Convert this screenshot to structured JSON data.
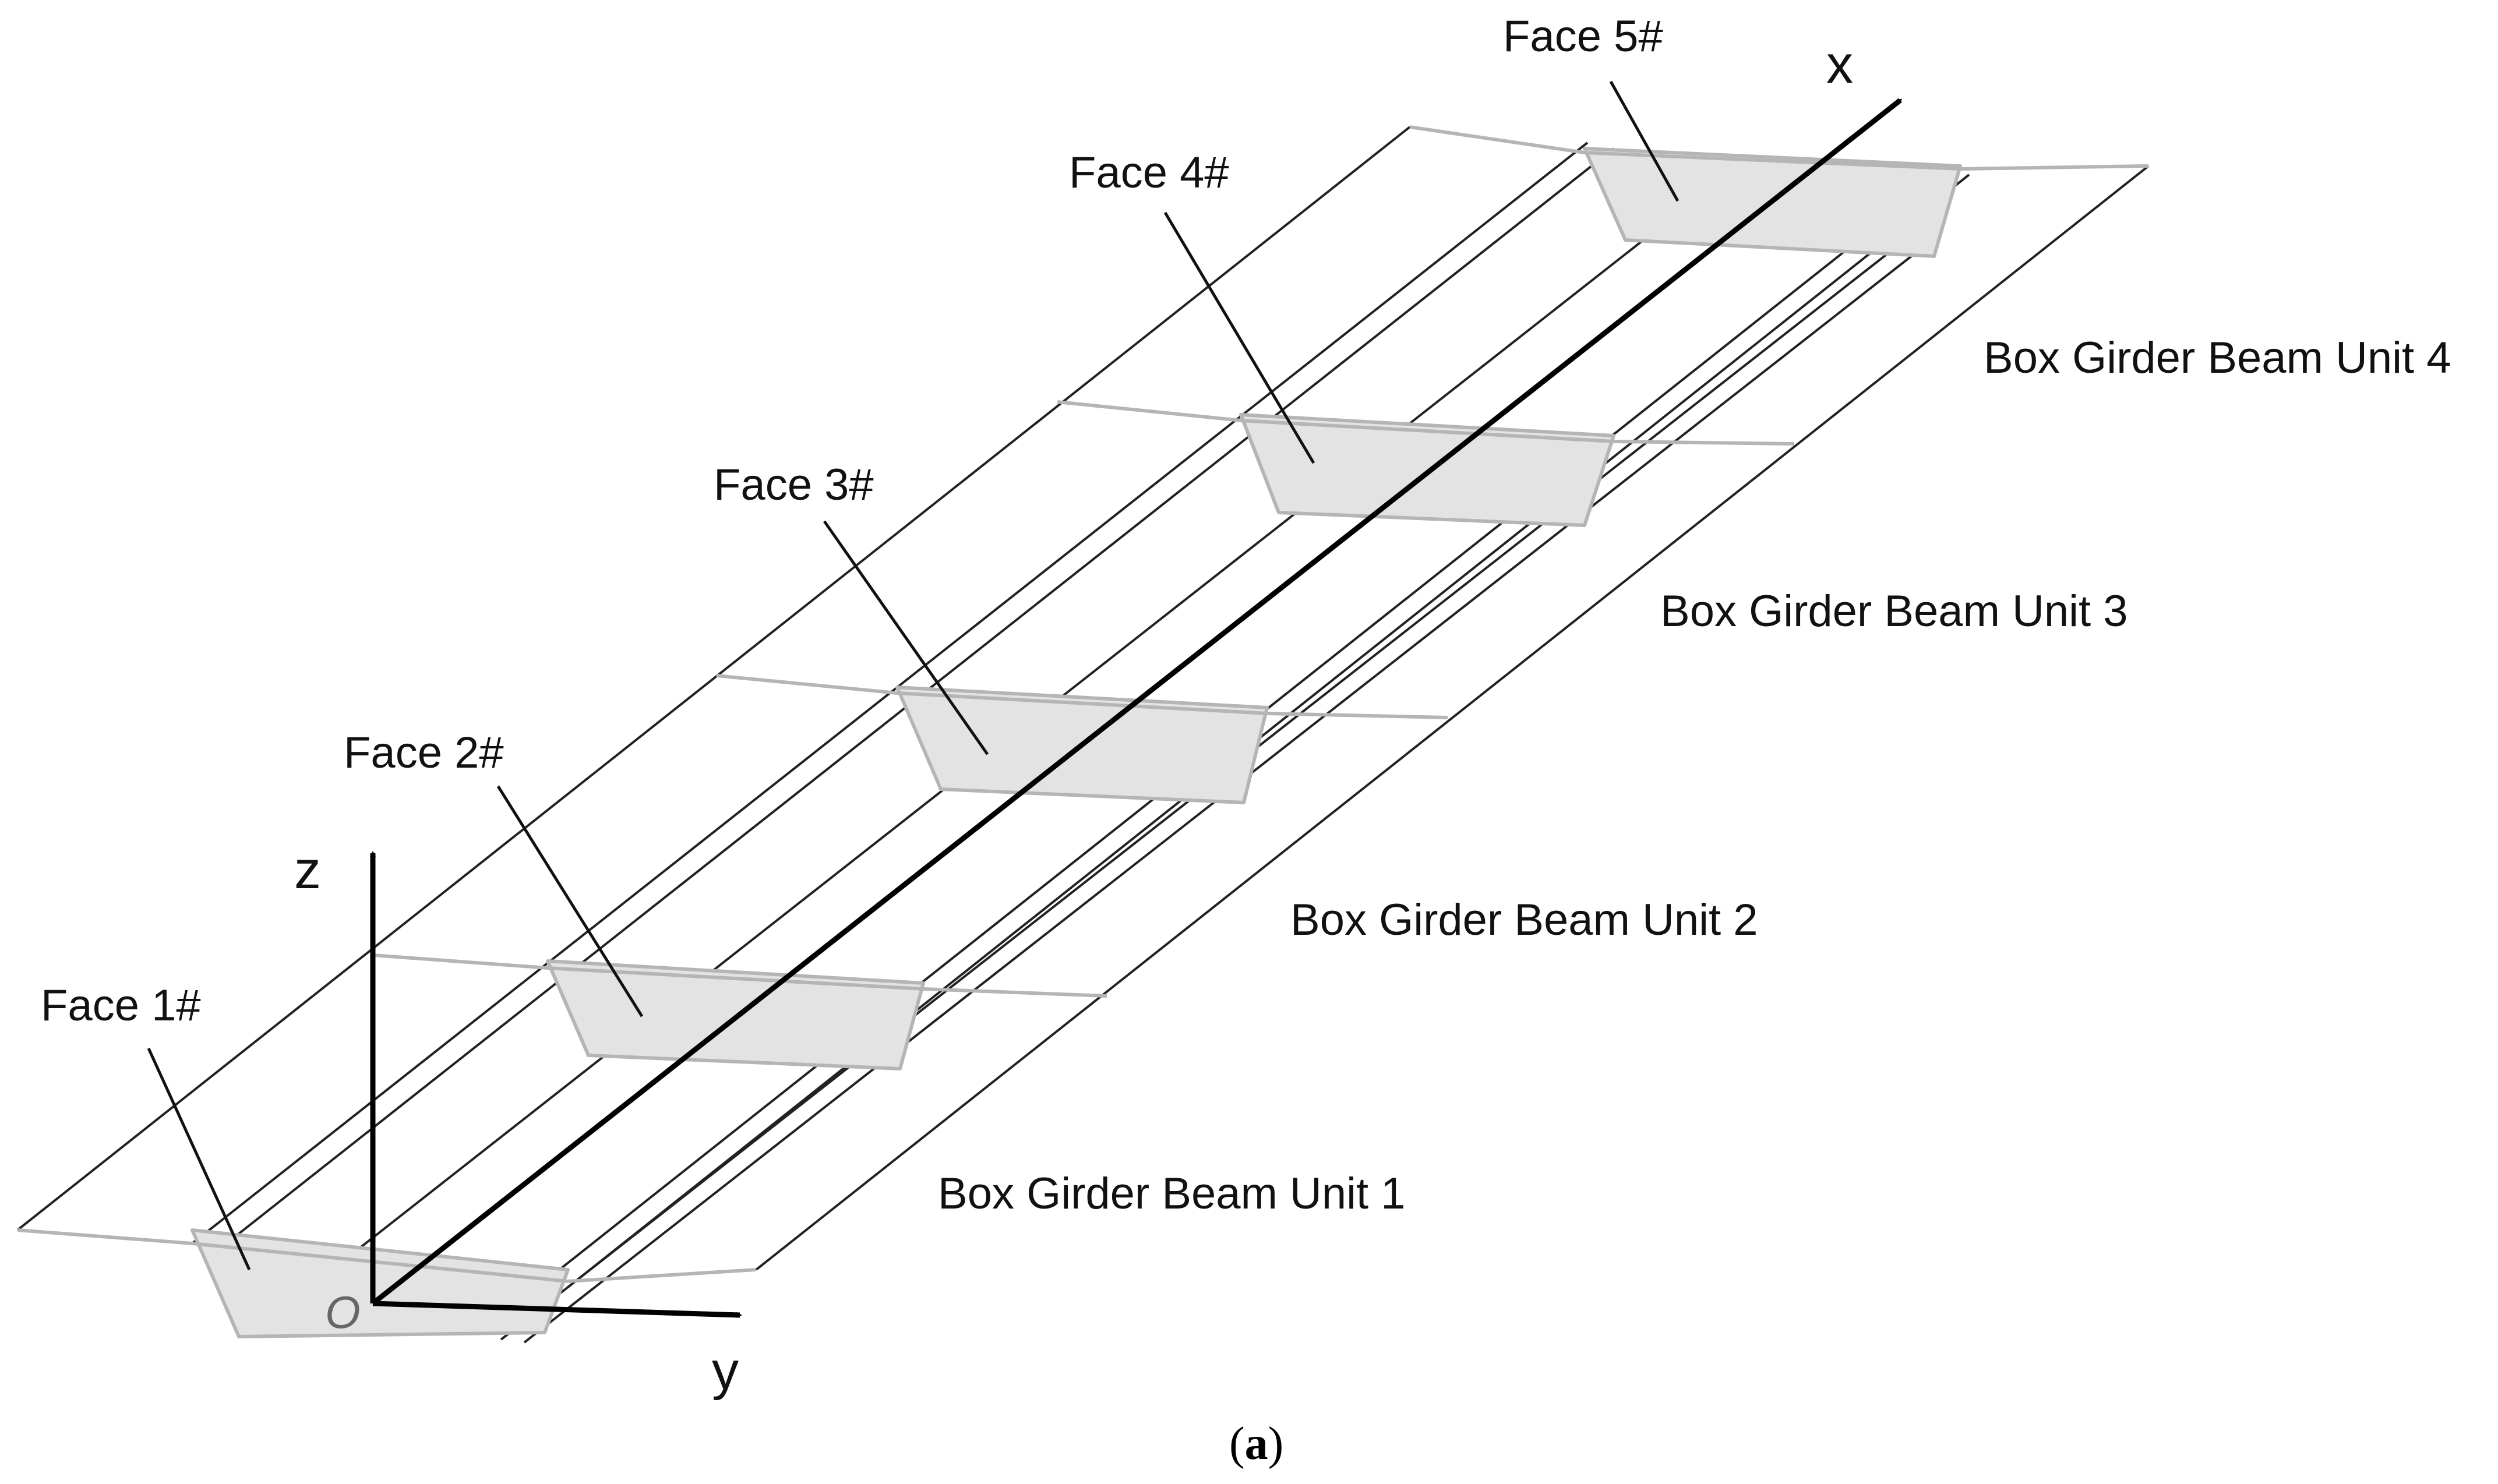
{
  "faces": [
    {
      "label": "Face 1#"
    },
    {
      "label": "Face 2#"
    },
    {
      "label": "Face 3#"
    },
    {
      "label": "Face 4#"
    },
    {
      "label": "Face 5#"
    }
  ],
  "units": [
    {
      "label": "Box Girder Beam Unit 1"
    },
    {
      "label": "Box Girder Beam Unit 2"
    },
    {
      "label": "Box Girder Beam Unit 3"
    },
    {
      "label": "Box Girder Beam Unit 4"
    }
  ],
  "axes": {
    "x": "x",
    "y": "y",
    "z": "z",
    "origin": "O"
  },
  "caption": {
    "open": "(",
    "letter": "a",
    "close": ")"
  },
  "colors": {
    "section_fill": "#e3e3e3",
    "section_edge": "#b5b5b5",
    "wire": "#222222"
  }
}
